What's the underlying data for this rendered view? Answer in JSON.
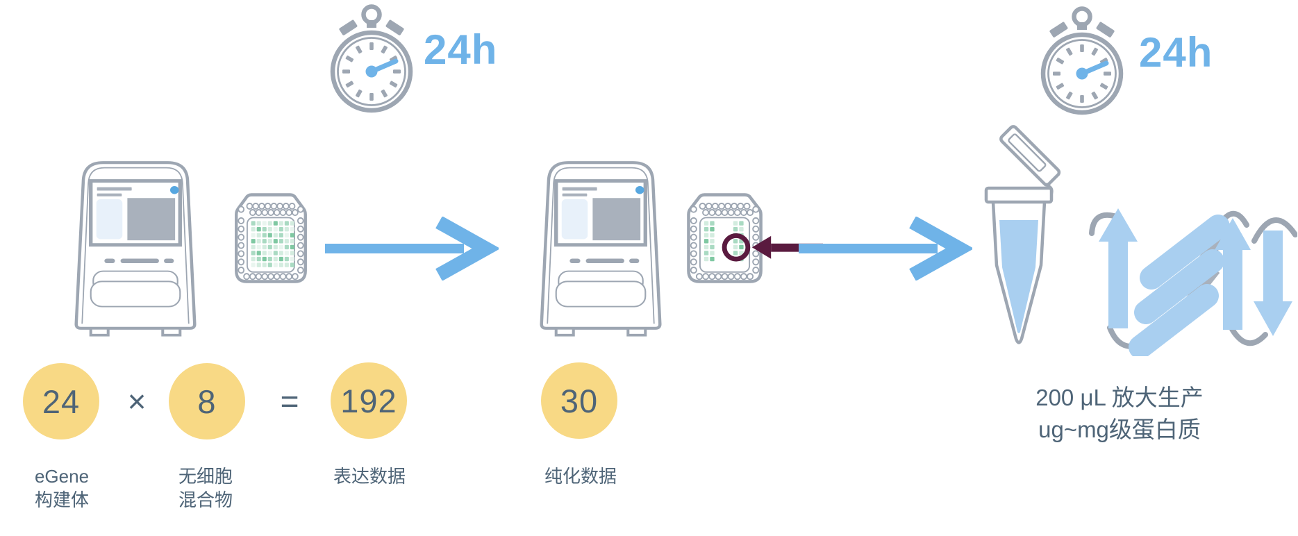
{
  "colors": {
    "outline": "#9DA6B2",
    "accent_blue": "#6FB3E8",
    "soft_blue": "#A9CFF0",
    "panel_blue": "#E8F1FA",
    "panel_gray": "#A9B1BC",
    "screen_dot": "#57A7E0",
    "badge_yellow": "#F8D985",
    "text_slate": "#4E6477",
    "highlight_maroon": "#5A1A3F",
    "well_levels": [
      "#E9F5EF",
      "#D3ECDF",
      "#A9DAC2",
      "#7FC8A2"
    ]
  },
  "stage_expression": {
    "timer": "24h",
    "equation": {
      "constructs": "24",
      "times": "×",
      "mixes": "8",
      "equals": "=",
      "result": "192"
    },
    "construct_label": [
      "eGene",
      "构建体"
    ],
    "mix_label": [
      "无细胞",
      "混合物"
    ],
    "result_label": "表达数据",
    "plate_wells": [
      "21013121",
      "13210210",
      "01231203",
      "31213211",
      "10121023",
      "23102101",
      "12321320",
      "01120112"
    ]
  },
  "stage_purification": {
    "count": "30",
    "label": "纯化数据",
    "plate_wells": [
      "12...12.",
      "23...21.",
      "11...32.",
      "31...22.",
      "12...13.",
      "21...21.",
      "13...32.",
      "........"
    ]
  },
  "stage_scaleup": {
    "timer": "24h",
    "caption": [
      "200 μL 放大生产",
      "ug~mg级蛋白质"
    ]
  }
}
